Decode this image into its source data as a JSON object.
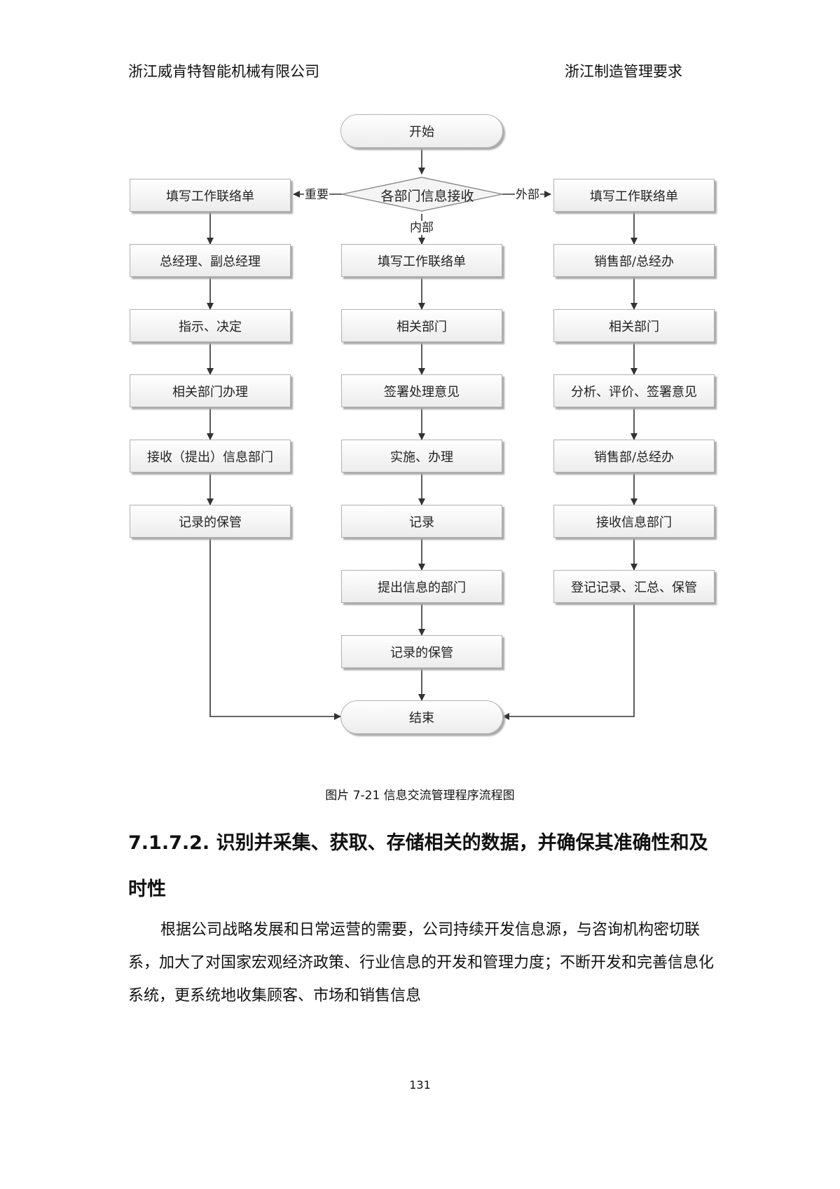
{
  "header": {
    "company": "浙江威肯特智能机械有限公司",
    "standard": "浙江制造管理要求"
  },
  "flowchart": {
    "start": "开始",
    "decision": "各部门信息接收",
    "edge_labels": {
      "important": "重要",
      "external": "外部",
      "internal": "内部"
    },
    "left_steps": [
      "填写工作联络单",
      "总经理、副总经理",
      "指示、决定",
      "相关部门办理",
      "接收（提出）信息部门",
      "记录的保管"
    ],
    "center_steps": [
      "填写工作联络单",
      "相关部门",
      "签署处理意见",
      "实施、办理",
      "记录",
      "提出信息的部门",
      "记录的保管"
    ],
    "right_steps": [
      "填写工作联络单",
      "销售部/总经办",
      "相关部门",
      "分析、评价、签署意见",
      "销售部/总经办",
      "接收信息部门",
      "登记记录、汇总、保管"
    ],
    "end": "结束"
  },
  "caption": "图片  7-21  信息交流管理程序流程图",
  "section_heading": "7.1.7.2.  识别并采集、获取、存储相关的数据，并确保其准确性和及时性",
  "paragraph": "根据公司战略发展和日常运营的需要，公司持续开发信息源，与咨询机构密切联系，加大了对国家宏观经济政策、行业信息的开发和管理力度；不断开发和完善信息化系统，更系统地收集顾客、市场和销售信息",
  "page_number": "131"
}
